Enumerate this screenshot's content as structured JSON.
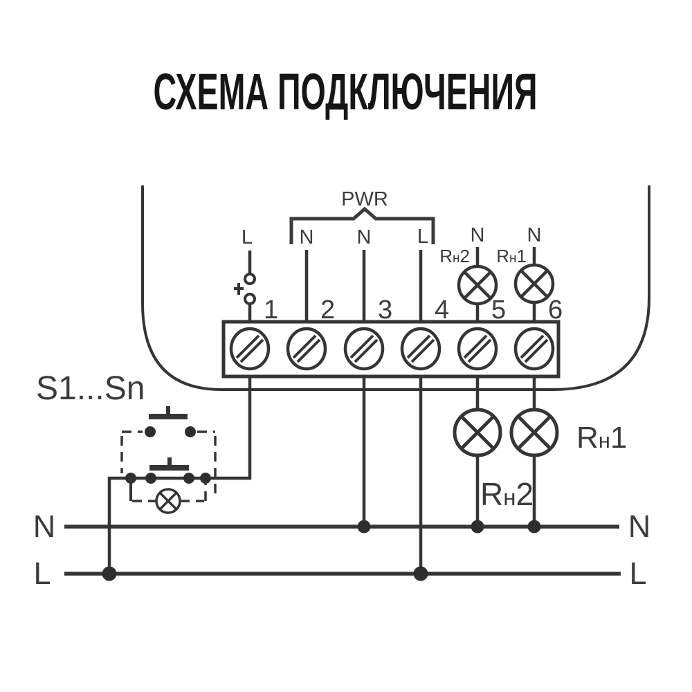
{
  "title": "СХЕМА ПОДКЛЮЧЕНИЯ",
  "colors": {
    "background": "#ffffff",
    "line": "#353535",
    "label_text": "#3c3c3c",
    "title_text": "#161616"
  },
  "device": {
    "pwr_label": "PWR",
    "top_labels": [
      "L",
      "N",
      "N",
      "L",
      "N",
      "N"
    ],
    "terminal_numbers": [
      "1",
      "2",
      "3",
      "4",
      "5",
      "6"
    ]
  },
  "loads": {
    "rh2_top": {
      "prefix": "R",
      "sub": "н",
      "num": "2"
    },
    "rh1_top": {
      "prefix": "R",
      "sub": "н",
      "num": "1"
    },
    "rh2_bottom": {
      "prefix": "R",
      "sub": "н",
      "num": "2"
    },
    "rh1_bottom": {
      "prefix": "R",
      "sub": "н",
      "num": "1"
    }
  },
  "switches": {
    "label": "S1...Sn"
  },
  "bus": {
    "neutral_left": "N",
    "line_left": "L",
    "neutral_right": "N",
    "line_right": "L"
  }
}
